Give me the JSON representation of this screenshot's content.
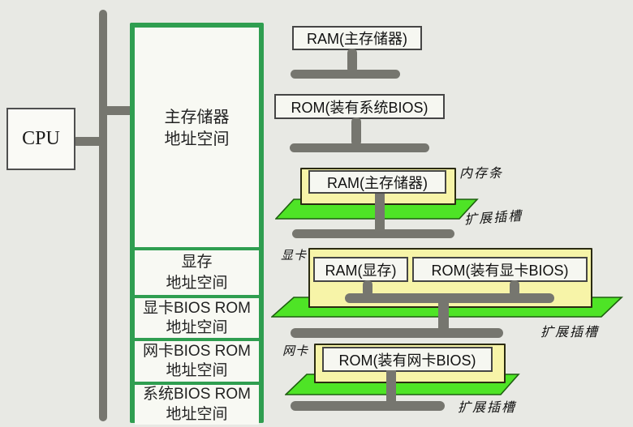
{
  "diagram": {
    "title_implicit": "CPU address space and memory modules",
    "cpu_label": "CPU",
    "address_space": {
      "sections": [
        {
          "line1": "主存储器",
          "line2": "地址空间"
        },
        {
          "line1": "显存",
          "line2": "地址空间"
        },
        {
          "line1": "显卡BIOS ROM",
          "line2": "地址空间"
        },
        {
          "line1": "网卡BIOS ROM",
          "line2": "地址空间"
        },
        {
          "line1": "系统BIOS ROM",
          "line2": "地址空间"
        }
      ]
    },
    "modules": {
      "ram_main_label": "RAM(主存储器)",
      "rom_system_label": "ROM(装有系统BIOS)",
      "memory_stick": {
        "chip_label": "RAM(主存储器)",
        "callout": "内存条",
        "slot_label": "扩展插槽"
      },
      "video_card": {
        "callout": "显卡",
        "ram_label": "RAM(显存)",
        "rom_label": "ROM(装有显卡BIOS)",
        "slot_label": "扩展插槽"
      },
      "network_card": {
        "callout": "网卡",
        "rom_label": "ROM(装有网卡BIOS)",
        "slot_label": "扩展插槽"
      }
    },
    "colors": {
      "background": "#e8e9e4",
      "bus_gray": "#76766f",
      "address_space_green": "#2f9e50",
      "slot_green": "#4ee426",
      "card_yellow": "#f7f4a8",
      "box_fill": "#f6f7f1"
    }
  }
}
